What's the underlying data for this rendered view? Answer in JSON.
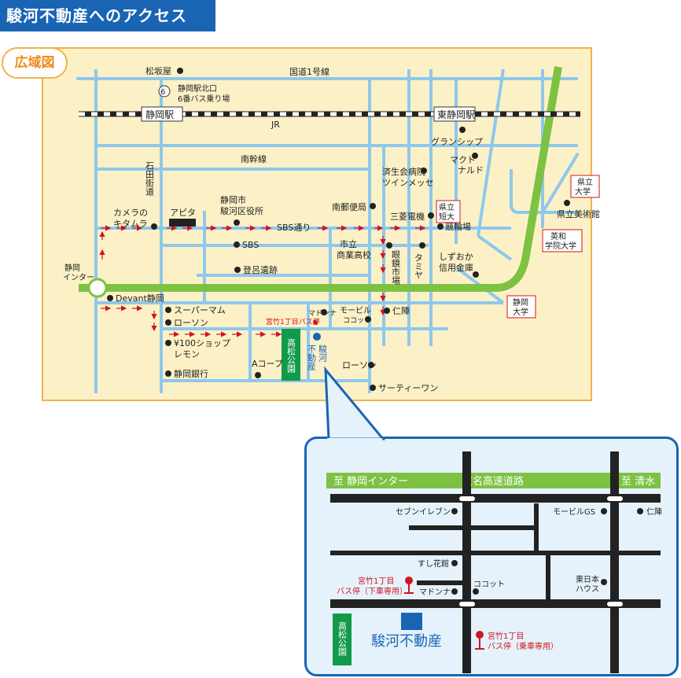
{
  "title": "駿河不動産へのアクセス",
  "wide_label": "広域図",
  "stations": {
    "shizuoka": "静岡駅",
    "higashi_shizuoka": "東静岡駅"
  },
  "routes": {
    "national1": "国道1号線",
    "jr": "JR",
    "nankan": "南幹線",
    "sbs_street": "SBS通り",
    "ishida_street": "石田街道"
  },
  "bus_north": {
    "num": "⑥",
    "line1": "静岡駅北口",
    "line2": "6番バス乗り場"
  },
  "interchange": {
    "line1": "静岡",
    "line2": "インター"
  },
  "places": {
    "matsuzakaya": "松坂屋",
    "grancip": "グランシップ",
    "mcd1": "マクド",
    "mcd2": "ナルド",
    "saiseikai1": "済生会病院",
    "saiseikai2": "ツインメッセ",
    "post": "南郵便局",
    "mitsubishi": "三菱電機",
    "keirin": "競輪場",
    "kitamura1": "カメラの",
    "kitamura2": "キタムラ",
    "apita": "アピタ",
    "ward1": "静岡市",
    "ward2": "駿河区役所",
    "sbs": "SBS",
    "school1": "市立",
    "school2": "商業高校",
    "megane": "眼鏡市場",
    "tamiya": "タミヤ",
    "shinkin1": "しずおか",
    "shinkin2": "信用金庫",
    "toro": "登呂遺跡",
    "devant": "Devant静岡",
    "supermam": "スーパーマム",
    "lawson1": "ローソン",
    "shop100a": "¥100ショップ",
    "shop100b": "レモン",
    "bank": "静岡銀行",
    "acoop": "Aコープ",
    "madonna": "マドンナ",
    "mobil1": "モービル",
    "cocot": "ココット",
    "nijin": "仁陣",
    "bus_stop": "宮竹1丁目バス停",
    "lawson2": "ローソン",
    "thirty_one": "サーティーワン",
    "prefmuseum": "県立美術館"
  },
  "boxes": {
    "pref_univ": [
      "県立",
      "大学"
    ],
    "pref_jc": [
      "県立",
      "短大"
    ],
    "eiwa": [
      "英和",
      "学院大学"
    ],
    "shizuoka_univ": [
      "静岡",
      "大学"
    ]
  },
  "park": "高松公園",
  "company_wide": "不動産",
  "company_wide_prefix": "駿河",
  "detail": {
    "highway": {
      "left": "至 静岡インター",
      "center": "東名高速道路",
      "right": "至 清水"
    },
    "places": {
      "seven": "セブンイレブン",
      "mobil": "モービルGS",
      "nijin": "仁陣",
      "sushi": "すし花館",
      "cocot": "ココット",
      "madonna": "マドンナ",
      "higashinihon1": "東日本",
      "higashinihon2": "ハウス"
    },
    "bus_drop": [
      "宮竹1丁目",
      "バス停（下車専用）"
    ],
    "bus_board": [
      "宮竹1丁目",
      "バス停（乗車専用）"
    ],
    "park": "高松公園",
    "company": "駿河不動産"
  },
  "colors": {
    "title_bg": "#1a64b4",
    "map_bg": "#fcf1c6",
    "map_border": "#f0b24a",
    "road": "#8ec8ec",
    "highway": "#7dc242",
    "park": "#119a4a",
    "marker": "#d2141e"
  }
}
